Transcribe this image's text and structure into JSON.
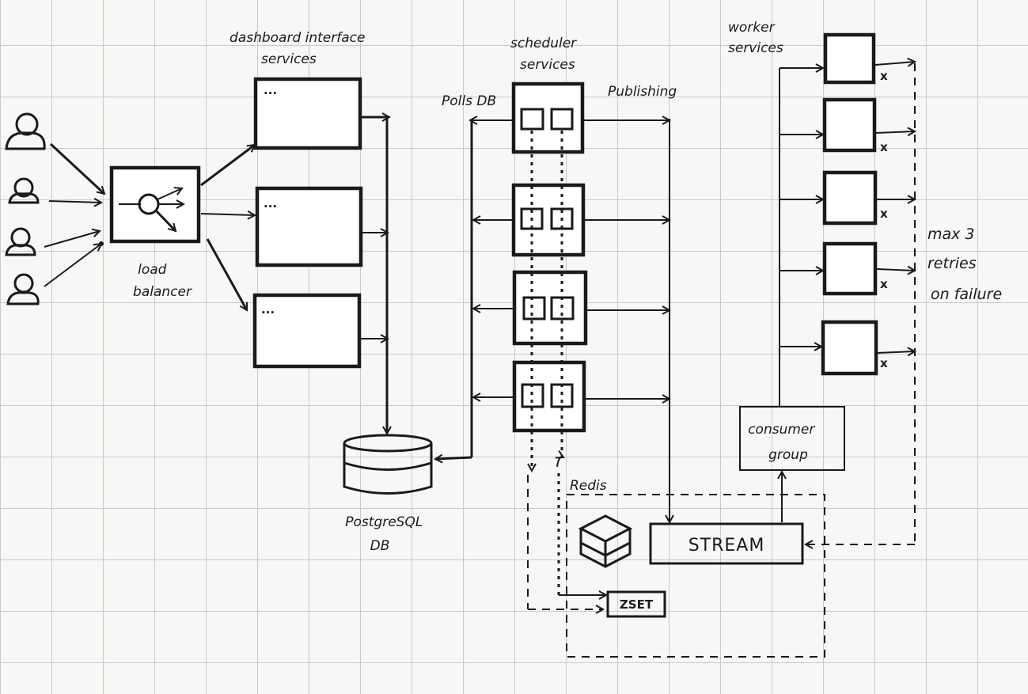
{
  "labels": {
    "dashboard_line1": "dashboard interface",
    "dashboard_line2": "services",
    "scheduler_line1": "scheduler",
    "scheduler_line2": "services",
    "worker_line1": "worker",
    "worker_line2": "services",
    "polls_db": "Polls DB",
    "publishing": "Publishing",
    "load_balancer_line1": "load",
    "load_balancer_line2": "balancer",
    "postgres_line1": "PostgreSQL",
    "postgres_line2": "DB",
    "consumer_line1": "consumer",
    "consumer_line2": "group",
    "redis": "Redis",
    "stream": "STREAM",
    "zset": "ZSET",
    "retry_line1": "max 3",
    "retry_line2": "retries",
    "retry_line3": "on failure",
    "fail_mark": "x",
    "ellipsis": "..."
  },
  "colors": {
    "ink": "#1a1a1a",
    "grid": "#c9c9c9",
    "paper": "#f7f7f5"
  },
  "icons": [
    "user-icon",
    "load-balancer-icon",
    "database-icon",
    "redis-stack-icon"
  ]
}
